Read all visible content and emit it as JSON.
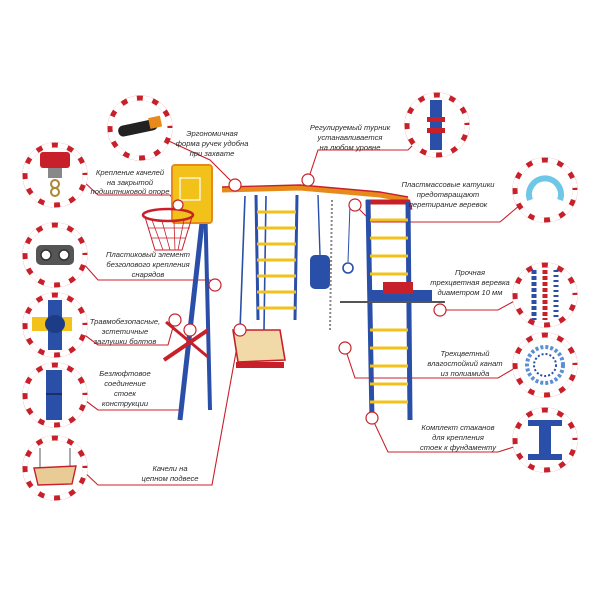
{
  "colors": {
    "accent_red": "#c8202a",
    "frame_blue": "#2a4fa8",
    "rung_yellow": "#f2c21b",
    "beam_orange": "#e88a1a",
    "text": "#2b2b2b"
  },
  "callouts": {
    "handles": {
      "line1": "Эргономичная",
      "line2": "форма ручек удобна",
      "line3": "при захвате",
      "icon": "bar-handle-icon"
    },
    "bearing": {
      "line1": "Крепление качелей",
      "line2": "на закрытой",
      "line3": "подшипниковой опоре",
      "icon": "bearing-mount-icon"
    },
    "plastic_element": {
      "line1": "Пластиковый элемент",
      "line2": "безголового крепления",
      "line3": "снарядов",
      "icon": "plastic-bracket-icon"
    },
    "caps": {
      "line1": "Травмобезопасные,",
      "line2": "эстетичные",
      "line3": "заглушки болтов",
      "icon": "bolt-cap-icon"
    },
    "boltless": {
      "line1": "Безлюфтовое",
      "line2": "соединение",
      "line3": "стоек",
      "line4": "конструкции",
      "icon": "pipe-joint-icon"
    },
    "swing": {
      "line1": "Качели на",
      "line2": "цепном подвесе",
      "icon": "swing-seat-icon"
    },
    "pullup_bar": {
      "line1": "Регулируемый турник",
      "line2": "устанавливается",
      "line3": "на любом уровне",
      "icon": "pullup-bar-icon"
    },
    "coils": {
      "line1": "Пластмассовые катушки",
      "line2": "предотвращают",
      "line3": "перетирание веревок",
      "icon": "plastic-coil-icon"
    },
    "rope": {
      "line1": "Прочная",
      "line2": "трехцветная веревка",
      "line3": "диаметром 10 мм",
      "icon": "braided-rope-icon"
    },
    "cable": {
      "line1": "Трехцветный",
      "line2": "влагостойкий канат",
      "line3": "из полиамида",
      "icon": "coiled-cable-icon"
    },
    "anchors": {
      "line1": "Комплект стаканов",
      "line2": "для крепления",
      "line3": "стоек к фундаменту",
      "icon": "ground-anchor-icon"
    }
  }
}
